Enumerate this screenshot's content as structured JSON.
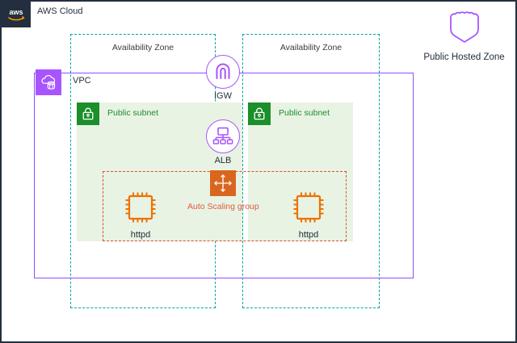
{
  "diagram": {
    "title": "AWS Cloud",
    "frame_color": "#232f3e",
    "logo": {
      "icon": "aws-logo",
      "text": "aws",
      "background": "#232f3e"
    },
    "availability_zones": [
      {
        "label": "Availability Zone",
        "border_color": "#00a4a6"
      },
      {
        "label": "Availability Zone",
        "border_color": "#00a4a6"
      }
    ],
    "vpc": {
      "label": "VPC",
      "icon": "vpc-icon",
      "border_color": "#8c4fff",
      "icon_background": "#a855ff"
    },
    "subnets": [
      {
        "label": "Public subnet",
        "icon": "padlock-icon",
        "background": "#e8f3e4",
        "badge_color": "#1a8f2a",
        "text_color": "#1a8f2a"
      },
      {
        "label": "Public subnet",
        "icon": "padlock-icon",
        "background": "#e8f3e4",
        "badge_color": "#1a8f2a",
        "text_color": "#1a8f2a"
      }
    ],
    "auto_scaling_group": {
      "label": "Auto Scaling group",
      "icon": "auto-scaling-icon",
      "border_color": "#d9502b",
      "icon_background": "#d9661f",
      "text_color": "#e05c3f"
    },
    "gateway": {
      "label": "IGW",
      "icon": "internet-gateway-icon",
      "color": "#a855ff"
    },
    "load_balancer": {
      "label": "ALB",
      "icon": "application-load-balancer-icon",
      "color": "#a855ff"
    },
    "instances": [
      {
        "label": "httpd",
        "icon": "ec2-instance-icon",
        "color": "#ed7100"
      },
      {
        "label": "httpd",
        "icon": "ec2-instance-icon",
        "color": "#ed7100"
      }
    ],
    "hosted_zone": {
      "label": "Public Hosted Zone",
      "icon": "route53-hosted-zone-icon",
      "color": "#a855ff"
    }
  }
}
